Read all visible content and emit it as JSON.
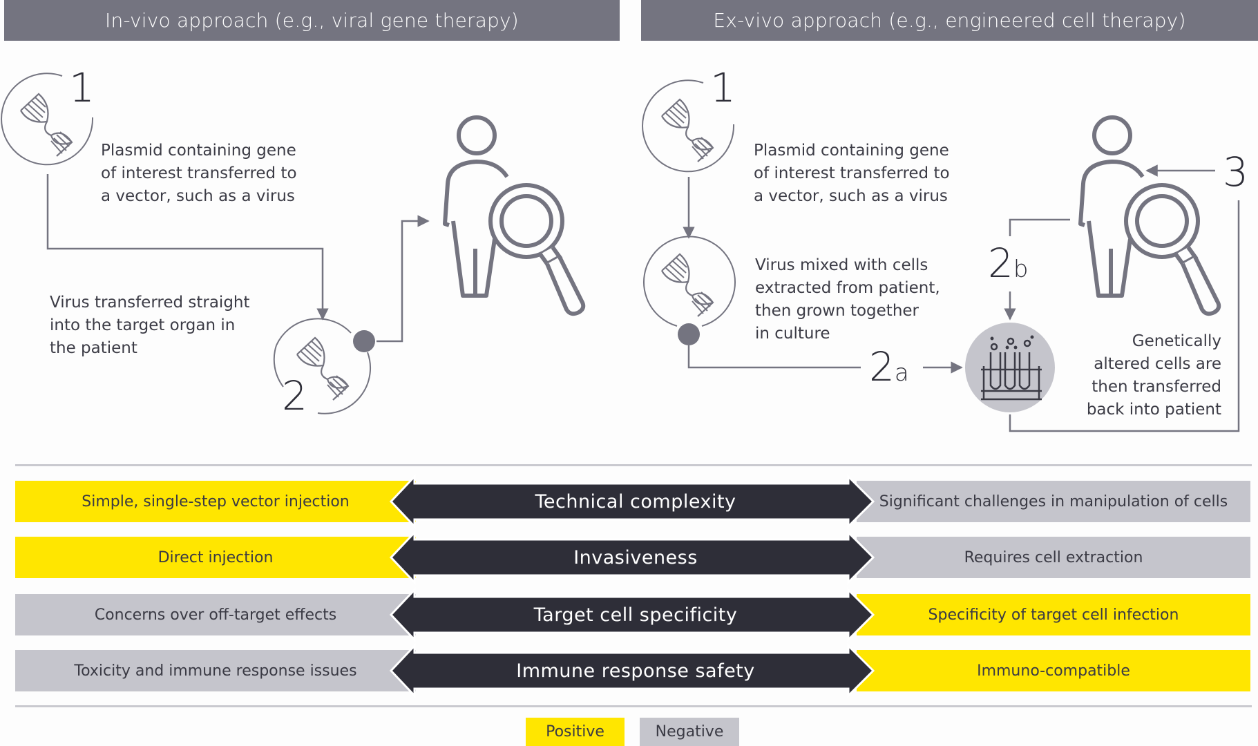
{
  "headers": {
    "in_vivo": "In-vivo approach (e.g., viral gene therapy)",
    "ex_vivo": "Ex-vivo approach (e.g., engineered cell therapy)"
  },
  "in_vivo": {
    "step1": {
      "number": "1",
      "text": "Plasmid containing gene\nof interest transferred to\na vector, such as a virus"
    },
    "step2": {
      "number": "2",
      "text": "Virus transferred straight\ninto the target organ in\nthe patient"
    }
  },
  "ex_vivo": {
    "step1": {
      "number": "1",
      "text": "Plasmid containing gene\nof interest transferred to\na vector, such as a virus"
    },
    "step2": {
      "text": "Virus mixed with cells\nextracted from patient,\nthen grown together\nin culture"
    },
    "step2a": {
      "number": "2",
      "suffix": "a"
    },
    "step2b": {
      "number": "2",
      "suffix": "b"
    },
    "step3": {
      "number": "3",
      "text": "Genetically\naltered cells are\nthen transferred\nback into patient"
    }
  },
  "comparison": {
    "rows": [
      {
        "criterion": "Technical complexity",
        "in_vivo": {
          "text": "Simple, single-step vector injection",
          "rating": "positive"
        },
        "ex_vivo": {
          "text": "Significant challenges in manipulation of cells",
          "rating": "negative"
        }
      },
      {
        "criterion": "Invasiveness",
        "in_vivo": {
          "text": "Direct injection",
          "rating": "positive"
        },
        "ex_vivo": {
          "text": "Requires cell extraction",
          "rating": "negative"
        }
      },
      {
        "criterion": "Target cell specificity",
        "in_vivo": {
          "text": "Concerns over off-target effects",
          "rating": "negative"
        },
        "ex_vivo": {
          "text": "Specificity of target cell infection",
          "rating": "positive"
        }
      },
      {
        "criterion": "Immune response safety",
        "in_vivo": {
          "text": "Toxicity and immune response issues",
          "rating": "negative"
        },
        "ex_vivo": {
          "text": "Immuno-compatible",
          "rating": "positive"
        }
      }
    ]
  },
  "legend": {
    "positive": {
      "label": "Positive",
      "color": "#ffe600"
    },
    "negative": {
      "label": "Negative",
      "color": "#c5c5cc"
    }
  },
  "colors": {
    "header_bg": "#747480",
    "arrow": "#2e2e38",
    "line": "#747480"
  },
  "icons": {
    "dna": "dna-icon",
    "patient": "patient-icon",
    "magnifier": "magnifying-glass-icon",
    "test_tubes": "test-tubes-icon"
  }
}
